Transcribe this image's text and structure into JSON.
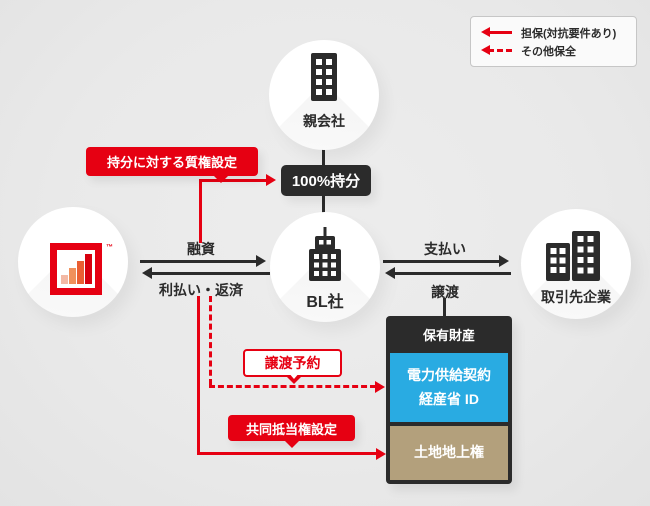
{
  "legend": {
    "items": [
      {
        "style": "solid",
        "label": "担保(対抗要件あり)"
      },
      {
        "style": "dashed",
        "label": "その他保全"
      }
    ]
  },
  "nodes": {
    "parent_company": {
      "label": "親会社",
      "icon": "office-building-icon"
    },
    "lender": {
      "icon": "ascending-bars-logo",
      "trademark": "™"
    },
    "bl_company": {
      "label": "BL社",
      "icon": "tower-building-icon"
    },
    "client_companies": {
      "label": "取引先企業",
      "icon": "twin-buildings-icon"
    }
  },
  "equity_box": {
    "label": "100%持分"
  },
  "flows": {
    "loan": {
      "label": "融資"
    },
    "repayment": {
      "label": "利払い・返済"
    },
    "payment": {
      "label": "支払い"
    },
    "transfer": {
      "label": "譲渡"
    }
  },
  "annotations": {
    "pledge": {
      "label": "持分に対する質権設定"
    },
    "transfer_reservation": {
      "label": "譲渡予約"
    },
    "joint_mortgage": {
      "label": "共同抵当権設定"
    }
  },
  "assets": {
    "header": "保有財産",
    "items": [
      {
        "lines": [
          "電力供給契約",
          "経産省 ID"
        ],
        "color": "#29abe2"
      },
      {
        "lines": [
          "土地地上権"
        ],
        "color": "#b3a07c"
      }
    ]
  },
  "colors": {
    "background": "#e9e9e9",
    "red": "#e60012",
    "dark": "#2b2b2b",
    "blue": "#29abe2",
    "tan": "#b3a07c"
  }
}
